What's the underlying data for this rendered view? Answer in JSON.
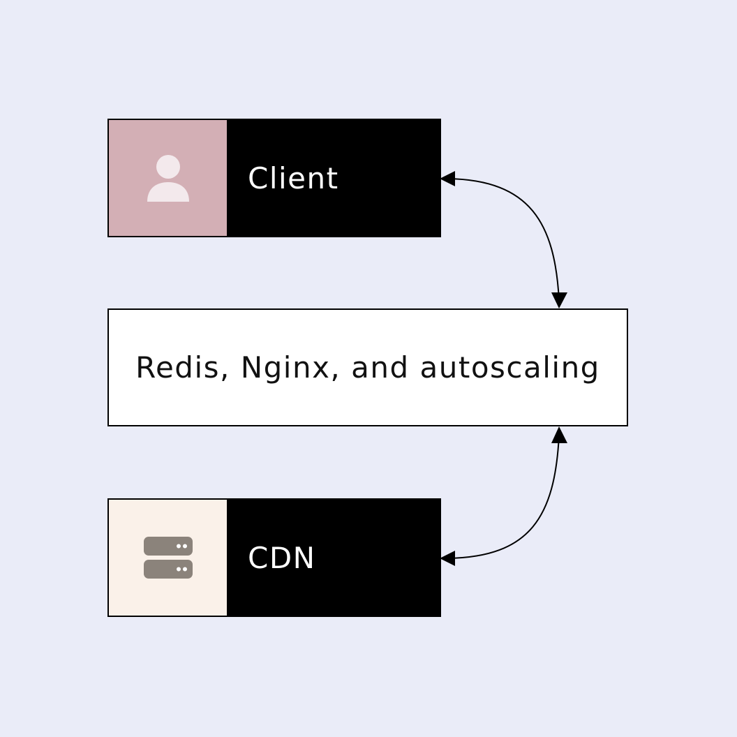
{
  "background_color": "#eaecf8",
  "nodes": {
    "client": {
      "label": "Client",
      "icon": "user-icon",
      "icon_bg": "#d3afb5",
      "icon_color": "#f3e9ec"
    },
    "middle": {
      "label": "Redis, Nginx, and autoscaling"
    },
    "cdn": {
      "label": "CDN",
      "icon": "server-icon",
      "icon_bg": "#faf1e9",
      "icon_color": "#8b837b"
    }
  },
  "edges": [
    {
      "from": "client",
      "to": "middle",
      "direction": "both"
    },
    {
      "from": "cdn",
      "to": "middle",
      "direction": "both"
    }
  ]
}
